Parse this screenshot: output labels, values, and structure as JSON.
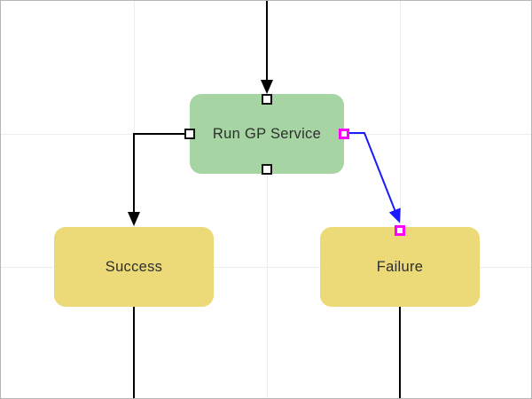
{
  "diagram": {
    "nodes": [
      {
        "id": "run-gp-service",
        "label": "Run GP Service",
        "kind": "activity",
        "fill": "#a6d4a2"
      },
      {
        "id": "success",
        "label": "Success",
        "kind": "outcome",
        "fill": "#ecd977"
      },
      {
        "id": "failure",
        "label": "Failure",
        "kind": "outcome",
        "fill": "#ecd977"
      }
    ],
    "edges": [
      {
        "id": "incoming-top",
        "from": "offscreen-top",
        "to": "run-gp-service.top",
        "color": "#000000",
        "style": "straight",
        "arrowhead": true
      },
      {
        "id": "gp-to-success",
        "from": "run-gp-service.left",
        "to": "success.top",
        "color": "#000000",
        "style": "elbow",
        "arrowhead": true
      },
      {
        "id": "gp-to-failure",
        "from": "run-gp-service.right",
        "to": "failure.top",
        "color": "#1a1aff",
        "style": "diagonal",
        "arrowhead": true,
        "selected": true
      },
      {
        "id": "success-out",
        "from": "success.bottom",
        "to": "offscreen-bottom",
        "color": "#000000",
        "style": "straight",
        "arrowhead": false
      },
      {
        "id": "failure-out",
        "from": "failure.bottom",
        "to": "offscreen-bottom",
        "color": "#000000",
        "style": "straight",
        "arrowhead": false
      }
    ],
    "handles": {
      "default_border": "#111111",
      "active_border": "#ff00ff",
      "fill": "#ffffff"
    },
    "canvas": {
      "background": "#ffffff",
      "grid_color": "#ededed",
      "border_color": "#b5b5b5",
      "text_color": "#2e2e2e"
    }
  }
}
